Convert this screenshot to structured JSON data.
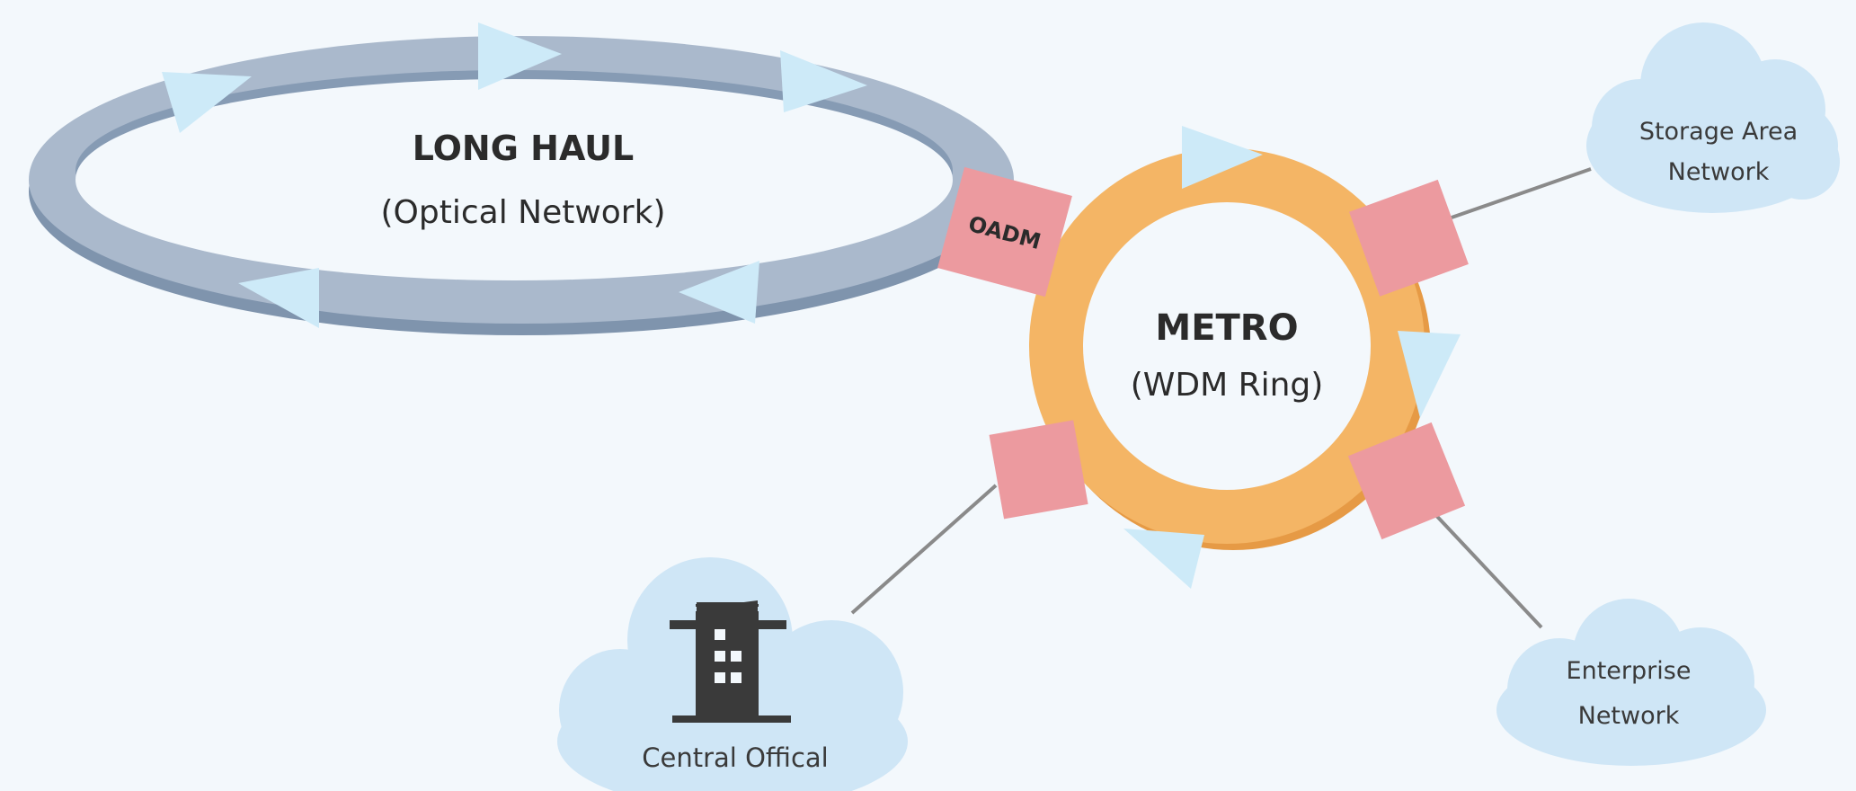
{
  "long_haul": {
    "title": "LONG HAUL",
    "subtitle": "(Optical Network)"
  },
  "metro": {
    "title": "METRO",
    "subtitle": "(WDM Ring)"
  },
  "oadm_label": "OADM",
  "clouds": {
    "storage": {
      "line1": "Storage Area",
      "line2": "Network"
    },
    "enterprise": {
      "line1": "Enterprise",
      "line2": "Network"
    },
    "central": {
      "line1": "Central Offical"
    }
  },
  "colors": {
    "background": "#f3f8fc",
    "long_haul_ring": "#aab9cc",
    "long_haul_shadow": "#7f94ad",
    "metro_ring": "#f4b565",
    "oadm_node": "#ec9a9f",
    "arrow": "#cdeaf8",
    "cloud": "#cfe6f6",
    "building": "#3a3a3a",
    "connector": "#8a8a8a"
  }
}
